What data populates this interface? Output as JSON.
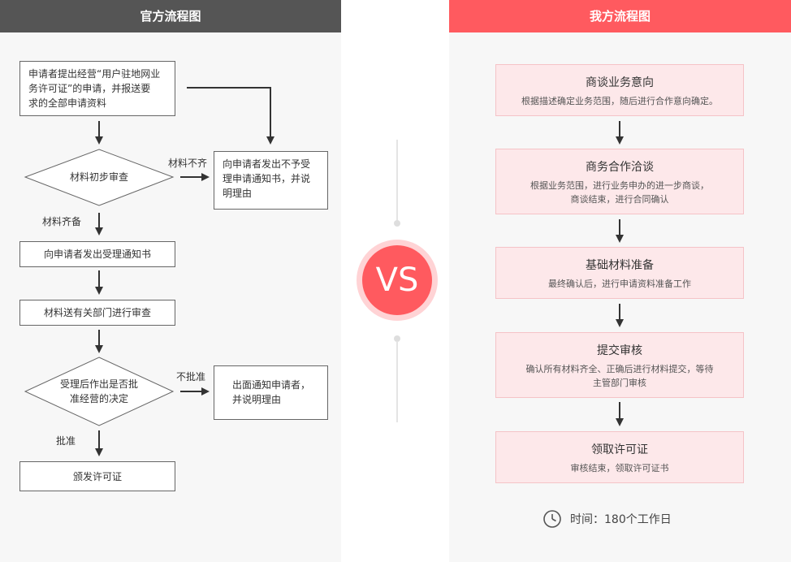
{
  "left": {
    "title": "官方流程图",
    "step1": [
      "申请者提出经营“用户驻地网业",
      "务许可证”的申请，并报送要",
      "求的全部申请资料"
    ],
    "decision1": "材料初步审查",
    "edge_incomplete": "材料不齐",
    "reject_notice": [
      "向申请者发出不予受",
      "理申请通知书，并说",
      "明理由"
    ],
    "edge_complete": "材料齐备",
    "step2": "向申请者发出受理通知书",
    "step3": "材料送有关部门进行审查",
    "decision2": [
      "受理后作出是否批",
      "准经营的决定"
    ],
    "edge_not_approved": "不批准",
    "deny_notice": [
      "出面通知申请者，",
      "并说明理由"
    ],
    "edge_approved": "批准",
    "step4": "颁发许可证"
  },
  "vs": "VS",
  "right": {
    "title": "我方流程图",
    "steps": [
      {
        "title": "商谈业务意向",
        "desc": [
          "根据描述确定业务范围，随后进行合作意向确定。"
        ]
      },
      {
        "title": "商务合作洽谈",
        "desc": [
          "根据业务范围，进行业务申办的进一步商谈，",
          "商谈结束，进行合同确认"
        ]
      },
      {
        "title": "基础材料准备",
        "desc": [
          "最终确认后，进行申请资料准备工作"
        ]
      },
      {
        "title": "提交审核",
        "desc": [
          "确认所有材料齐全、正确后进行材料提交，等待",
          "主管部门审核"
        ]
      },
      {
        "title": "领取许可证",
        "desc": [
          "审核结束，领取许可证书"
        ]
      }
    ],
    "time_text": "时间：180个工作日",
    "time_icon": "clock-icon"
  },
  "colors": {
    "left_header": "#555555",
    "right_header": "#ff5a5f",
    "right_box": "#fde8ea",
    "vs": "#ff5a5f"
  }
}
